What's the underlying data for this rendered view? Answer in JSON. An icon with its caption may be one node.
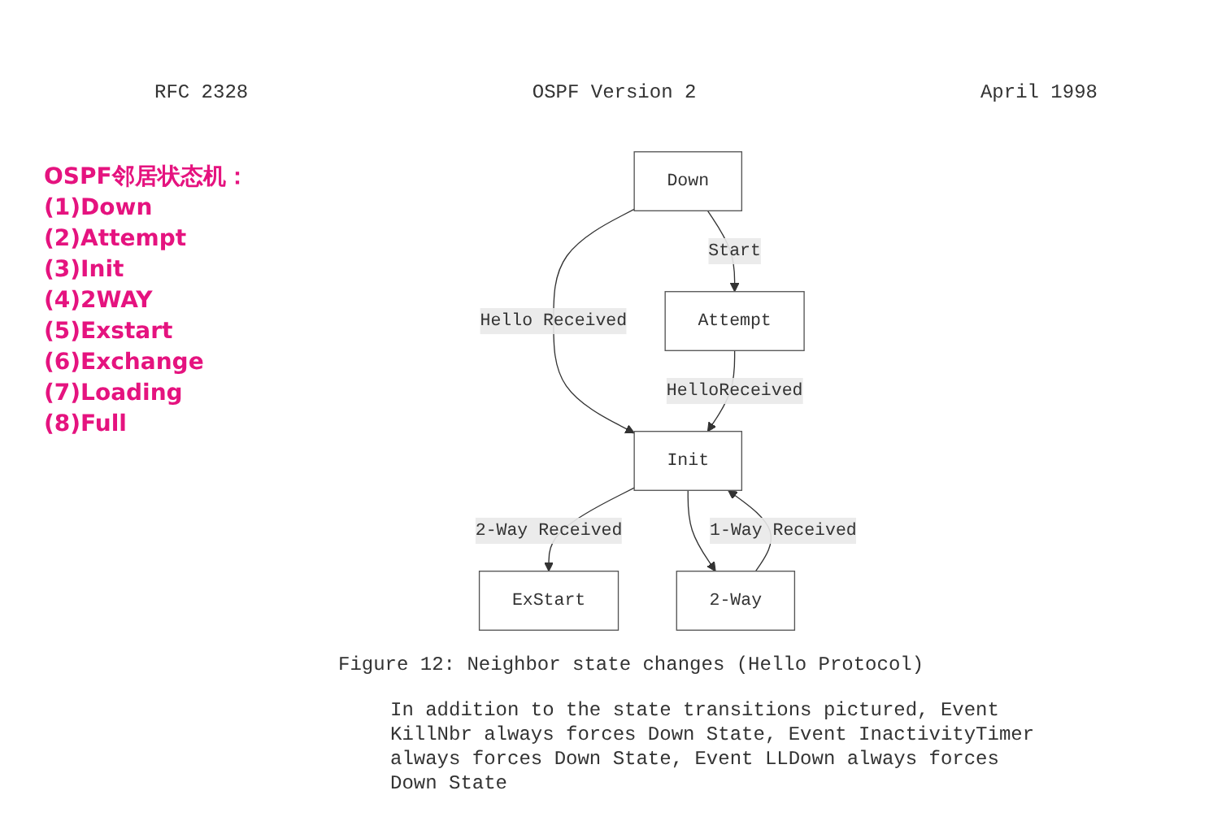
{
  "diagram": {
    "caption": "Figure 12: Neighbor state changes (Hello Protocol)",
    "nodes": [
      {
        "text": [
          "Down"
        ]
      },
      {
        "text": [
          "Attempt"
        ]
      },
      {
        "text": [
          "Init"
        ]
      },
      {
        "text": [
          "ExStart"
        ]
      },
      {
        "text": [
          "2-Way"
        ]
      }
    ],
    "edges": [
      {
        "from": 0,
        "to": 1,
        "arrow": "to",
        "label": "Start"
      },
      {
        "from": 0,
        "to": 2,
        "arrow": "to",
        "label": "Hello Received"
      },
      {
        "from": 1,
        "to": 2,
        "arrow": "to",
        "label": "HelloReceived"
      },
      {
        "from": 2,
        "to": 3,
        "arrow": "to",
        "label": "2-Way Received"
      },
      {
        "from": 2,
        "to": 4,
        "arrow": "to"
      },
      {
        "from": 4,
        "to": 2,
        "arrow": "to",
        "label": "1-Way Received"
      }
    ],
    "labels": [
      "RFC 2328",
      "OSPF Version 2",
      "April 1998",
      "OSPF邻居状态机：",
      "(1)Down",
      "(2)Attempt",
      "(3)Init",
      "(4)2WAY",
      "(5)Exstart",
      "(6)Exchange",
      "(7)Loading",
      "(8)Full",
      "In addition to the state transitions pictured, Event KillNbr always forces Down State, Event InactivityTimer always forces Down State, Event LLDown always forces Down State"
    ]
  }
}
